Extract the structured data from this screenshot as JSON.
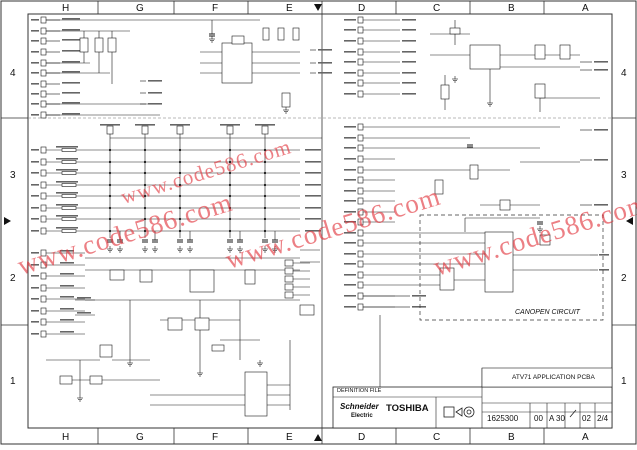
{
  "border": {
    "columns": [
      "H",
      "G",
      "F",
      "E",
      "D",
      "C",
      "B",
      "A"
    ],
    "rows": [
      "4",
      "3",
      "2",
      "1"
    ]
  },
  "circuit": {
    "section_label": "CANOPEN CIRCUIT"
  },
  "title_block": {
    "definition_label": "DEFINITION FILE",
    "title": "ATV71 APPLICATION PCBA",
    "brand_main": "Schneider",
    "brand_sub": "Electric",
    "brand_partner": "TOSHIBA",
    "drawing_number": "1625300",
    "revision": "00",
    "format": "A",
    "scale": "30",
    "index": "02",
    "page": "2/4"
  },
  "watermarks": [
    "www.code586.com",
    "www.code586.com",
    "www.code586.com",
    "www.code586.com"
  ],
  "colors": {
    "line": "#1a1a1a",
    "watermark": "#e2323a",
    "grid": "#555555"
  }
}
